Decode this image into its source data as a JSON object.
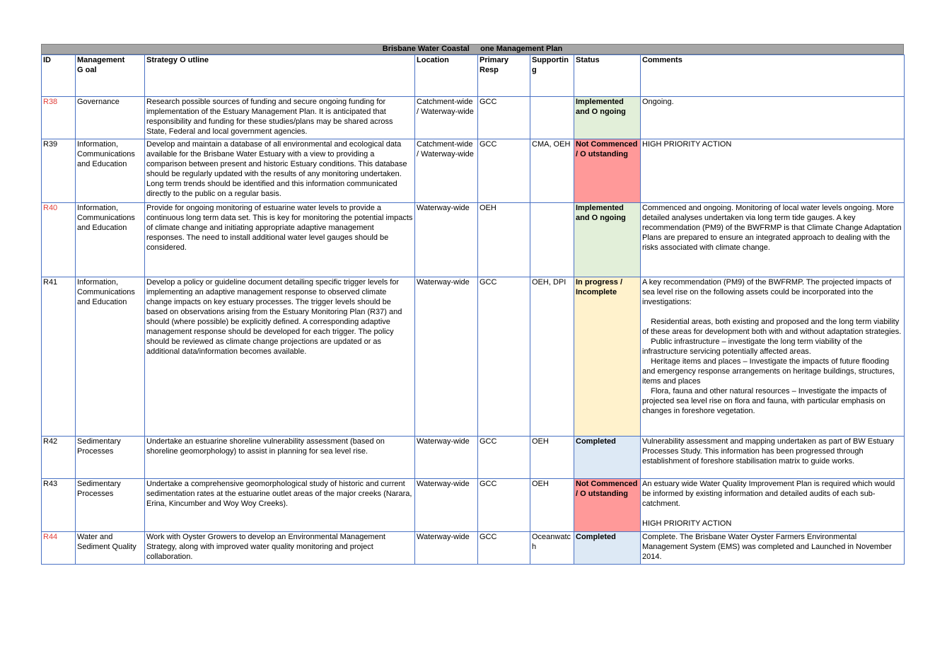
{
  "doc": {
    "title": "Brisbane Water Coastal     one Management Plan"
  },
  "columns": {
    "id": "ID",
    "goal": "Management\nG oal",
    "strategy": "Strategy O utline",
    "location": "Location",
    "primary": "Primary\nResp",
    "supporting": "Supportin\ng",
    "status": "Status",
    "comments": "Comments"
  },
  "rows": [
    {
      "id": "R38",
      "id_color": "red",
      "goal": "Governance",
      "strategy": "Research possible sources of funding and secure ongoing funding for implementation of the Estuary Management Plan.  It is anticipated that responsibility and funding for these studies/plans may be shared across State, Federal and local government agencies.",
      "location": "Catchment-wide / Waterway-wide",
      "primary": "GCC",
      "supporting": "",
      "status": "Implemented and O ngoing",
      "status_color": "#e2efd9",
      "comments": "Ongoing."
    },
    {
      "id": "R39",
      "id_color": "black",
      "goal": "Information, Communications and Education",
      "strategy": "Develop and maintain a database of all environmental and ecological data available for the Brisbane Water Estuary with a view to providing a comparison between present and historic Estuary conditions.  This database should be regularly updated with the results of any monitoring undertaken.  Long term trends should be identified and this information communicated directly to the public on a regular basis.",
      "location": "Catchment-wide / Waterway-wide",
      "primary": "GCC",
      "supporting": "CMA, OEH",
      "status": "Not Commenced / O utstanding",
      "status_color": "#ff9999",
      "comments": "HIGH PRIORITY ACTION"
    },
    {
      "id": "R40",
      "id_color": "red",
      "goal": "Information, Communications and Education",
      "strategy": "Provide for ongoing monitoring of estuarine water levels to provide a continuous long term data set.  This is key for monitoring the potential impacts of climate change and initiating appropriate adaptive management responses.  The need to install additional water level gauges should be considered.",
      "location": "Waterway-wide",
      "primary": "OEH",
      "supporting": "",
      "status": "Implemented and O ngoing",
      "status_color": "#e2efd9",
      "comments": "Commenced and ongoing. Monitoring of local water levels ongoing. More detailed analyses undertaken via long term tide gauges. A key recommendation (PM9) of the BWFRMP is that Climate Change Adaptation Plans are prepared to ensure an integrated approach to dealing with the risks associated with climate change."
    },
    {
      "id": "R41",
      "id_color": "black",
      "goal": "Information, Communications and Education",
      "strategy": "Develop a policy or guideline document detailing specific trigger levels for implementing an adaptive management response to observed climate change impacts on key estuary processes.  The trigger levels should be based on observations arising from the Estuary Monitoring Plan (R37) and should (where possible) be explicitly defined.  A corresponding adaptive management response should be developed for each trigger.  The policy should be reviewed as climate change projections are updated or as additional data/information becomes available.",
      "location": "Waterway-wide",
      "primary": "GCC",
      "supporting": "OEH, DPI",
      "status": "In progress / Incomplete",
      "status_color": "#fff2cc",
      "comments": "A key recommendation (PM9) of the BWFRMP. The projected impacts of sea level rise on the following assets could be incorporated into the investigations:\n\n    Residential areas, both existing and proposed and the long term viability of these areas for development both with and without adaptation strategies.\n    Public infrastructure – investigate the long term viability of the infrastructure servicing potentially affected areas.\n    Heritage items and places – Investigate the impacts of future flooding and emergency response arrangements on heritage buildings, structures, items and places\n    Flora, fauna and other natural resources – Investigate the impacts of projected sea level rise on flora and fauna, with particular emphasis on changes in foreshore vegetation."
    },
    {
      "id": "R42",
      "id_color": "black",
      "goal": "Sedimentary Processes",
      "strategy": "Undertake an estuarine shoreline vulnerability assessment (based on shoreline geomorphology) to assist in planning for sea level rise.",
      "location": "Waterway-wide",
      "primary": "GCC",
      "supporting": "OEH",
      "status": "Completed",
      "status_color": "#dde9f5",
      "comments": "Vulnerability assessment and mapping undertaken as part of BW Estuary Processes Study. This information has been progressed through establishment of foreshore stabilisation matrix to guide works."
    },
    {
      "id": "R43",
      "id_color": "black",
      "goal": "Sedimentary Processes",
      "strategy": "Undertake a comprehensive geomorphological study of historic and current sedimentation rates at the estuarine outlet areas of the major creeks (Narara, Erina, Kincumber and Woy Woy Creeks).",
      "location": "Waterway-wide",
      "primary": "GCC",
      "supporting": "OEH",
      "status": "Not Commenced / O utstanding",
      "status_color": "#ff9999",
      "comments": "An estuary wide Water Quality Improvement Plan is required which would be informed by existing information and detailed audits of each sub-catchment.\n\nHIGH PRIORITY ACTION"
    },
    {
      "id": "R44",
      "id_color": "red",
      "goal": "Water and Sediment Quality",
      "strategy": "Work with Oyster Growers to develop an Environmental Management Strategy, along with improved water quality monitoring and project collaboration.",
      "location": "Waterway-wide",
      "primary": "GCC",
      "supporting": "Oceanwatc h",
      "status": "Completed",
      "status_color": "#dde9f5",
      "comments": "Complete. The Brisbane Water Oyster Farmers Environmental Management System (EMS) was completed and Launched in November 2014."
    }
  ]
}
